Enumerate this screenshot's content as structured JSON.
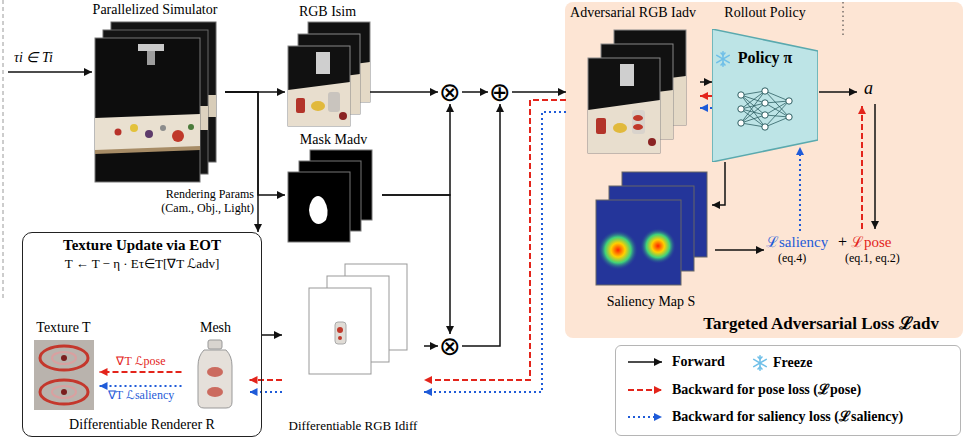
{
  "diagram": {
    "nodes": [
      {
        "text": [
          "Parallelized Simulator"
        ]
      },
      {
        "text": [
          "RGB Isim"
        ]
      },
      {
        "text": [
          "Mask Madv"
        ]
      },
      {
        "text": [
          "Texture Update via EOT",
          "T ← T − η · Eτ∈T[∇T ℒadv]",
          "Differentiable Renderer R"
        ]
      },
      {
        "text": [
          "Texture T"
        ],
        "in": 3
      },
      {
        "text": [
          "Mesh"
        ],
        "in": 3
      },
      {
        "text": [
          "Differentiable RGB Idiff"
        ]
      },
      {
        "text": [
          "⊗"
        ]
      },
      {
        "text": [
          "⊗"
        ]
      },
      {
        "text": [
          "⊕"
        ]
      },
      {
        "text": [
          "Targeted Adversarial Loss ℒadv"
        ]
      },
      {
        "text": [
          "Adversarial RGB Iadv"
        ],
        "in": 10
      },
      {
        "text": [
          "Rollout Policy",
          "Policy π"
        ],
        "in": 10
      },
      {
        "text": [
          "Saliency Map S"
        ],
        "in": 10
      }
    ],
    "edges": [
      {
        "from": 0,
        "to": 1,
        "arrow": "to"
      },
      {
        "from": 0,
        "to": 2,
        "arrow": "to"
      },
      {
        "from": 0,
        "to": 3,
        "arrow": "to",
        "label": "Rendering Params (Cam., Obj., Light)"
      },
      {
        "from": 1,
        "to": 7,
        "arrow": "to"
      },
      {
        "from": 2,
        "to": 7,
        "arrow": "to"
      },
      {
        "from": 2,
        "to": 8,
        "arrow": "to"
      },
      {
        "from": 3,
        "to": 6,
        "arrow": "to"
      },
      {
        "from": 6,
        "to": 8,
        "arrow": "to"
      },
      {
        "from": 7,
        "to": 9,
        "arrow": "to"
      },
      {
        "from": 8,
        "to": 9,
        "arrow": "to"
      },
      {
        "from": 9,
        "to": 11,
        "arrow": "to"
      },
      {
        "from": 11,
        "to": 12,
        "arrow": "to"
      },
      {
        "from": 12,
        "to": 13,
        "arrow": "to"
      },
      {
        "from": 12,
        "to": 11,
        "arrow": "to"
      },
      {
        "from": 12,
        "to": 11,
        "arrow": "to"
      },
      {
        "from": 11,
        "to": 6,
        "arrow": "to"
      },
      {
        "from": 11,
        "to": 6,
        "arrow": "to"
      },
      {
        "from": 6,
        "to": 5,
        "arrow": "to"
      },
      {
        "from": 6,
        "to": 5,
        "arrow": "to"
      },
      {
        "from": 5,
        "to": 4,
        "arrow": "to",
        "label": "∇T ℒpose"
      },
      {
        "from": 5,
        "to": 4,
        "arrow": "to",
        "label": "∇T ℒsaliency"
      }
    ],
    "labels": [
      "τi ∈ Ti",
      "a",
      "ℒsaliency",
      "(eq.4)",
      "+",
      "ℒpose",
      "(eq.1, eq.2)"
    ],
    "legend": [
      {
        "text": "Forward"
      },
      {
        "text": "Freeze"
      },
      {
        "text": "Backward for pose loss (ℒpose)"
      },
      {
        "text": "Backward for saliency loss (ℒsaliency)"
      }
    ]
  }
}
